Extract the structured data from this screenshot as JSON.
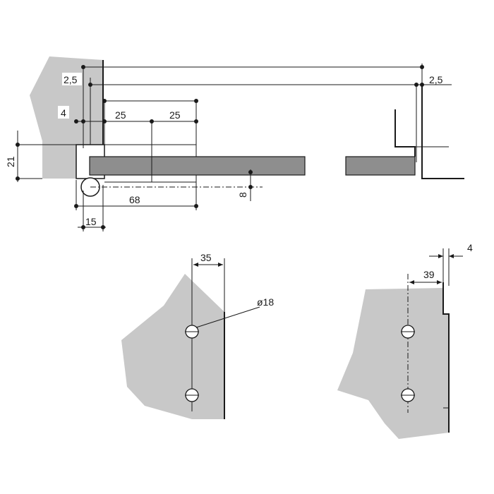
{
  "colors": {
    "panel_fill": "#c8c8c8",
    "bar_fill": "#8e8e8e",
    "line": "#1a1a1a",
    "background": "#ffffff"
  },
  "top_view": {
    "dim_2_5_left": "2,5",
    "dim_2_5_right": "2,5",
    "dim_4": "4",
    "dim_25_a": "25",
    "dim_25_b": "25",
    "dim_21": "21",
    "dim_68": "68",
    "dim_8": "8",
    "dim_15": "15"
  },
  "bottom_left_view": {
    "dim_35": "35",
    "dim_diameter": "ø18"
  },
  "bottom_right_view": {
    "dim_4": "4",
    "dim_39": "39"
  }
}
